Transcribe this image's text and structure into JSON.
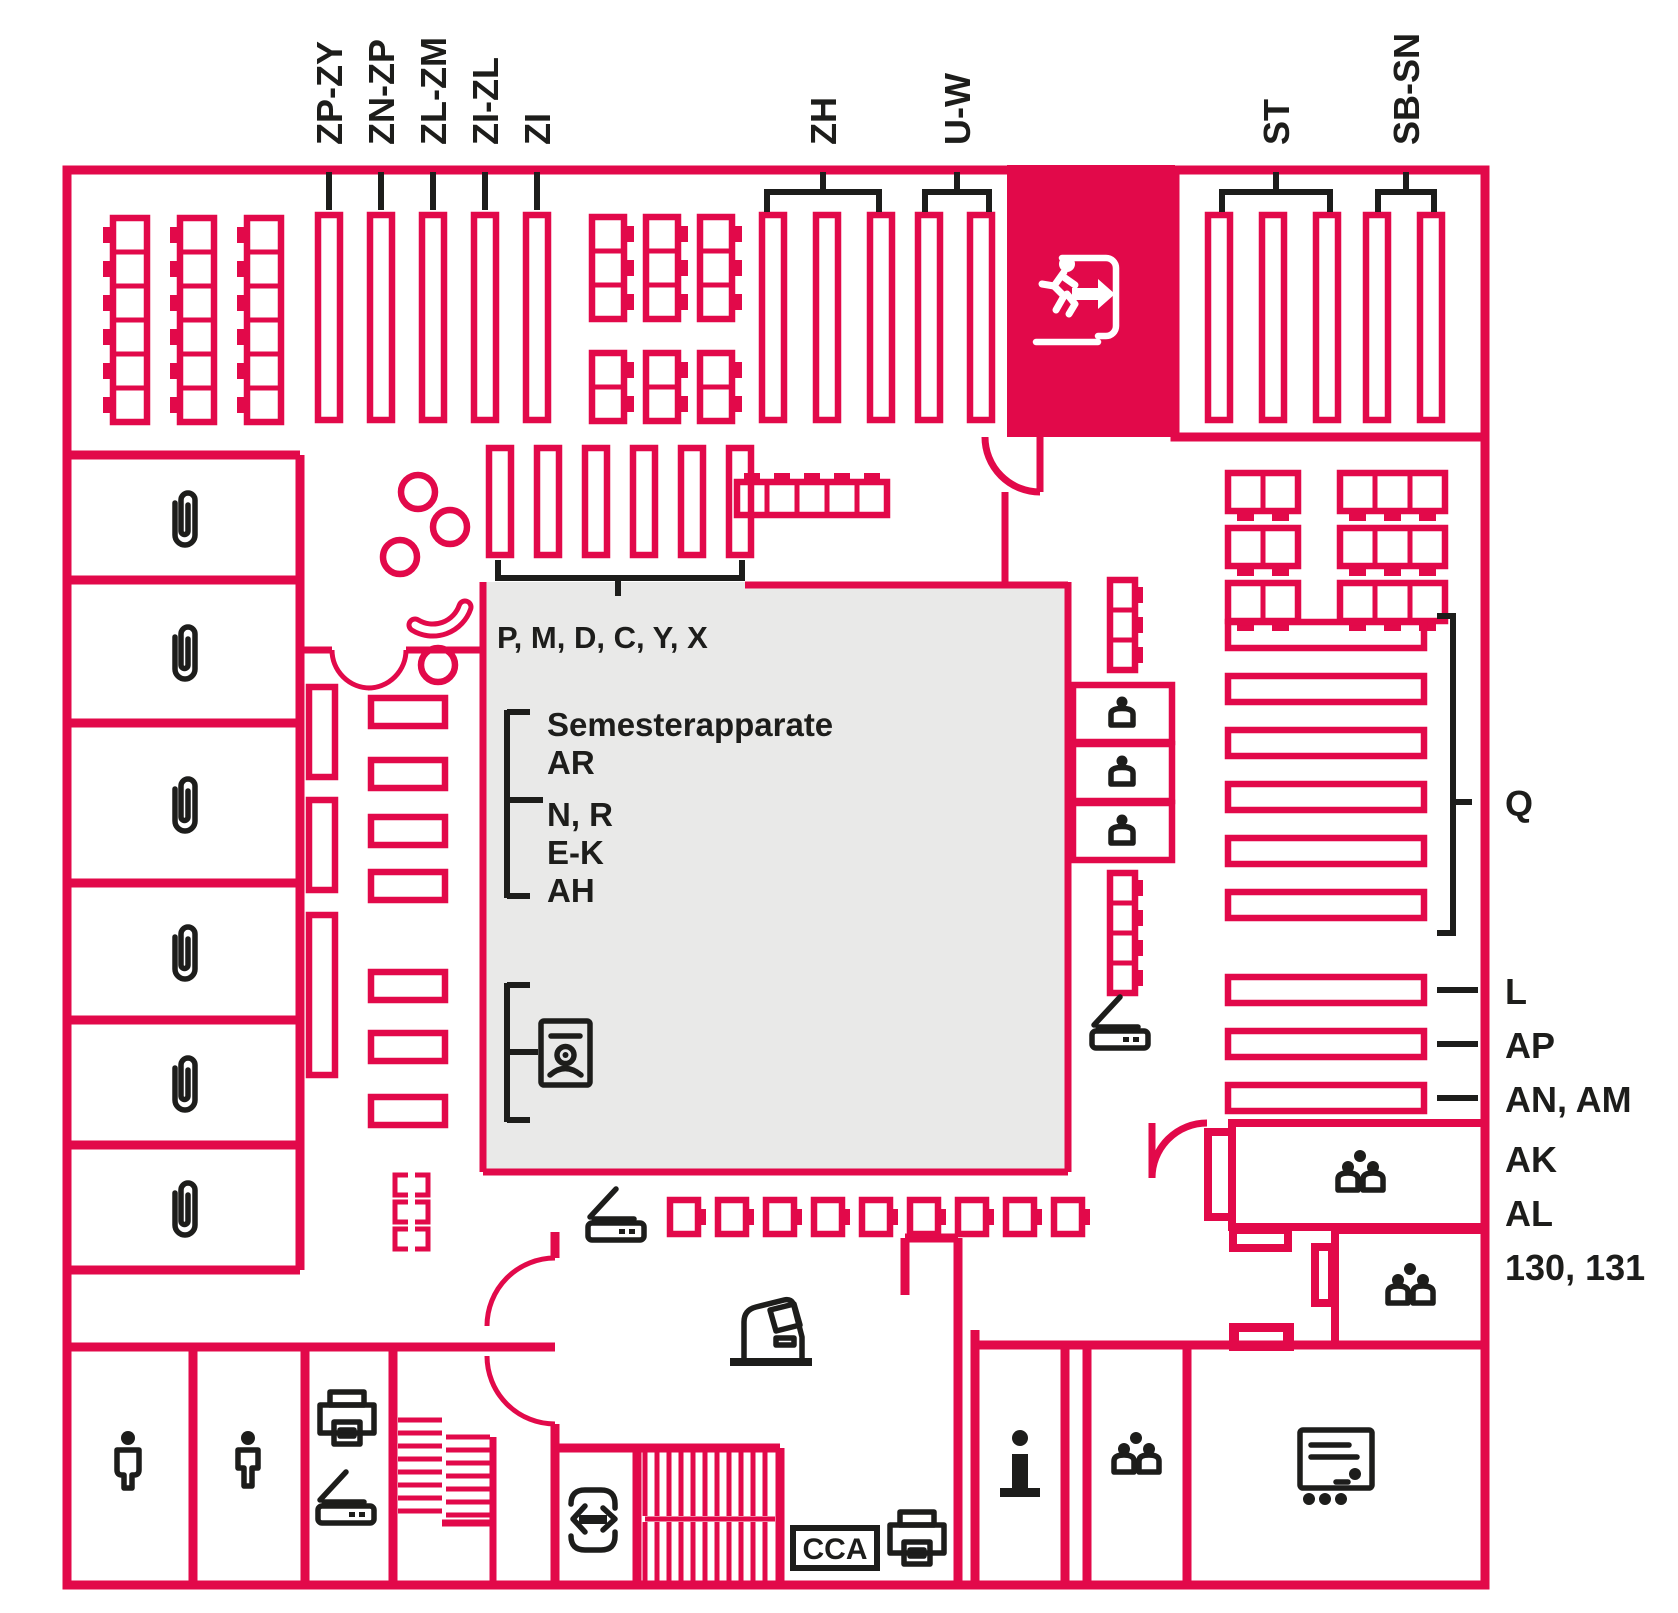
{
  "colors": {
    "accent": "#e2094a",
    "surface_gray": "#e9e9e8",
    "ink": "#1d1d1b"
  },
  "shelf_labels_top": [
    {
      "label": "ZP-ZY"
    },
    {
      "label": "ZN-ZP"
    },
    {
      "label": "ZL-ZM"
    },
    {
      "label": "ZI-ZL"
    },
    {
      "label": "ZI"
    },
    {
      "label": "ZH"
    },
    {
      "label": "U-W"
    },
    {
      "label": "ST"
    },
    {
      "label": "SB-SN"
    }
  ],
  "shelf_labels_right": [
    {
      "label": "Q"
    },
    {
      "label": "L"
    },
    {
      "label": "AP"
    },
    {
      "label": "AN, AM"
    }
  ],
  "room_labels_right": [
    {
      "label": "AK"
    },
    {
      "label": "AL"
    },
    {
      "label": "130, 131"
    }
  ],
  "interior_labels": {
    "shelf_row": "P, M, D, C, Y, X",
    "semester_title": "Semesterapparate",
    "semester_groups": [
      "AR",
      "N, R",
      "E-K",
      "AH"
    ],
    "copy_card_room": "CCA"
  },
  "icon_legend": {
    "emergency_exit": "running person through door with arrow",
    "paperclip": "work room",
    "wc_person": "toilet",
    "printer": "printer",
    "scanner": "book scanner",
    "stairs": "staircase",
    "entrance": "entry/exit door with double arrow",
    "book_return": "self checkout terminal",
    "information": "information desk",
    "group_room": "group work room (two persons)",
    "single_room": "single work room (one person)",
    "library_card": "library card",
    "presentation": "presentation screen",
    "tables": "reading tables with chairs",
    "round_tables": "round tables"
  }
}
